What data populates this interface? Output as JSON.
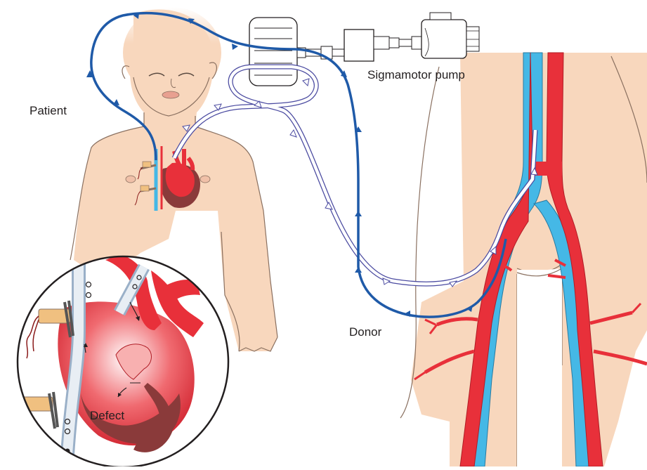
{
  "labels": {
    "patient": "Patient",
    "donor": "Donor",
    "pump": "Sigmamotor pump",
    "defect": "Defect"
  },
  "colors": {
    "skin": "#f8d7bd",
    "skin_outline": "#8a7060",
    "artery": "#e8303a",
    "vein": "#45b8e6",
    "heart_dark": "#8a3a3a",
    "tube_blue": "#1f5aa8",
    "tube_outline": "#4a4aa0",
    "machine_outline": "#231f20"
  }
}
